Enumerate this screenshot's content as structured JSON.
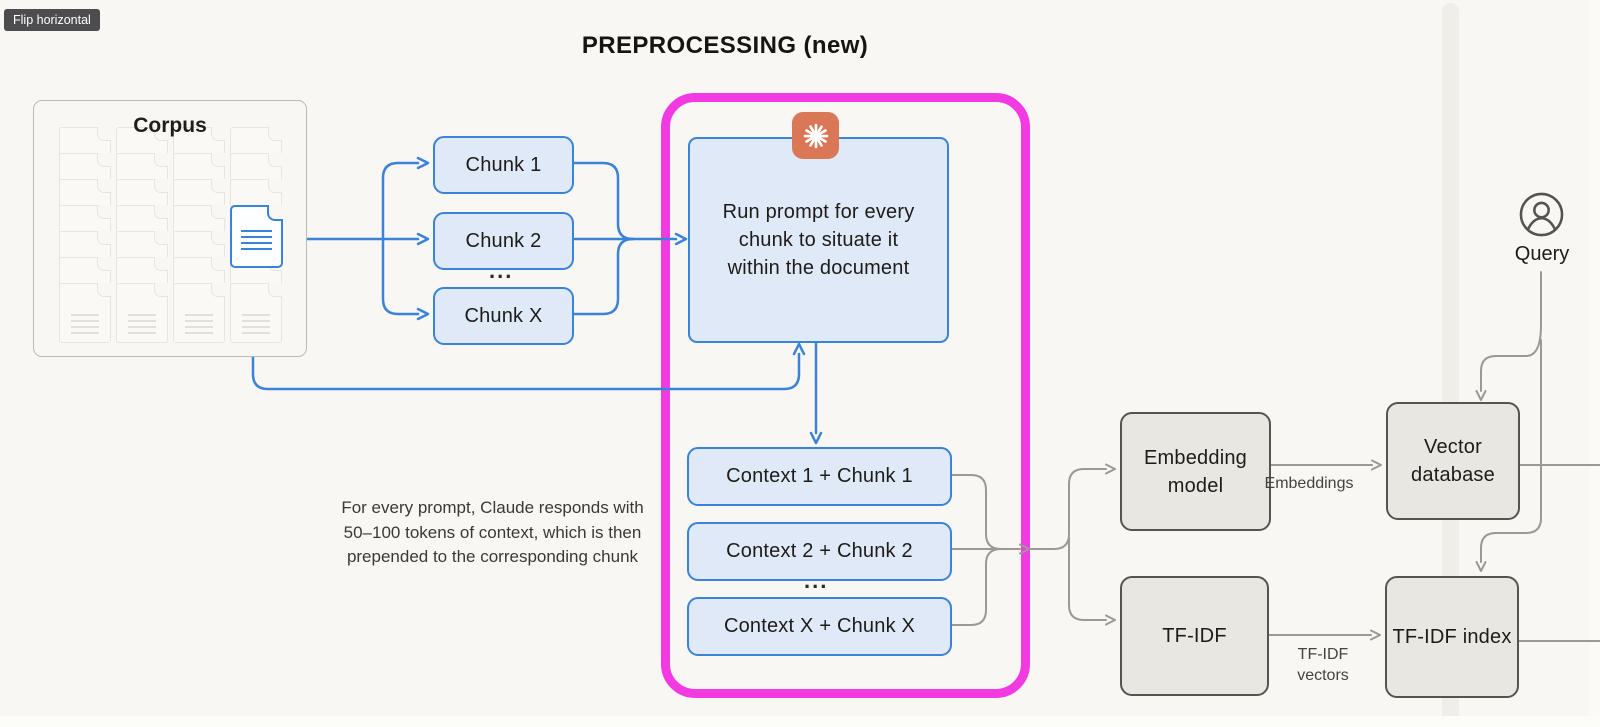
{
  "tooltip": {
    "label": "Flip horizontal"
  },
  "title": "PREPROCESSING (new)",
  "corpus": {
    "label": "Corpus",
    "columns": 4,
    "docs_per_column": 7
  },
  "chunks": [
    {
      "label": "Chunk 1"
    },
    {
      "label": "Chunk 2"
    },
    {
      "label": "Chunk X"
    }
  ],
  "chunks_ellipsis": "...",
  "claude_box": {
    "text": "Run prompt for every chunk to situate it within the document"
  },
  "contexts": [
    {
      "label": "Context 1 + Chunk 1"
    },
    {
      "label": "Context 2 + Chunk 2"
    },
    {
      "label": "Context X + Chunk X"
    }
  ],
  "contexts_ellipsis": "...",
  "note": "For every prompt, Claude responds with 50–100 tokens of context, which is then prepended to the corresponding chunk",
  "pipeline": {
    "embedding_model": "Embedding model",
    "vector_database": "Vector database",
    "tfidf": "TF-IDF",
    "tfidf_index": "TF-IDF index",
    "embeddings_label": "Embeddings",
    "tfidf_vectors_label": "TF-IDF vectors"
  },
  "query": {
    "label": "Query"
  },
  "colors": {
    "background": "#f8f7f3",
    "blue_line": "#3b82d9",
    "blue_fill": "#dfe9f7",
    "highlight_magenta": "#f23ae3",
    "claude_orange": "#d97757",
    "gray_fill": "#e9e7e1",
    "gray_border": "#56544f",
    "gray_line": "#9b9992",
    "tooltip_bg": "#4d4d4f"
  }
}
